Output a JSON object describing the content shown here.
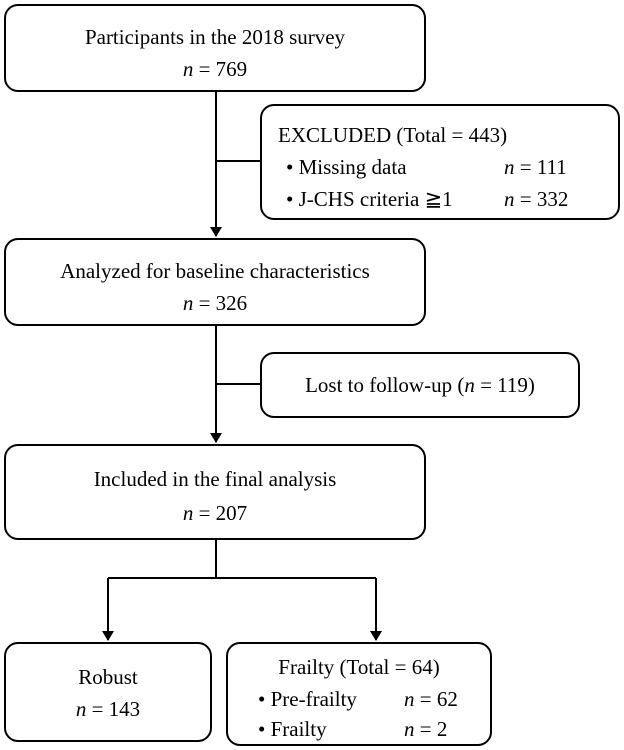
{
  "boxes": {
    "participants": {
      "title": "Participants in the 2018 survey",
      "n_label": "n",
      "n_value": "= 769"
    },
    "excluded": {
      "title": "EXCLUDED (Total = 443)",
      "bullet": "•",
      "items": [
        {
          "label": "Missing data",
          "n_label": "n",
          "n_value": "= 111"
        },
        {
          "label": "J-CHS criteria ≧1",
          "n_label": "n",
          "n_value": "= 332"
        }
      ]
    },
    "analyzed": {
      "title": "Analyzed for baseline characteristics",
      "n_label": "n",
      "n_value": "= 326"
    },
    "lost": {
      "prefix": "Lost to follow-up (",
      "n_label": "n",
      "suffix": " = 119)"
    },
    "included": {
      "title": "Included in the final analysis",
      "n_label": "n",
      "n_value": "= 207"
    },
    "robust": {
      "title": "Robust",
      "n_label": "n",
      "n_value": "= 143"
    },
    "frailty": {
      "title": "Frailty (Total = 64)",
      "bullet": "•",
      "items": [
        {
          "label": "Pre-frailty",
          "n_label": "n",
          "n_value": "= 62"
        },
        {
          "label": "Frailty",
          "n_label": "n",
          "n_value": "= 2"
        }
      ]
    }
  }
}
